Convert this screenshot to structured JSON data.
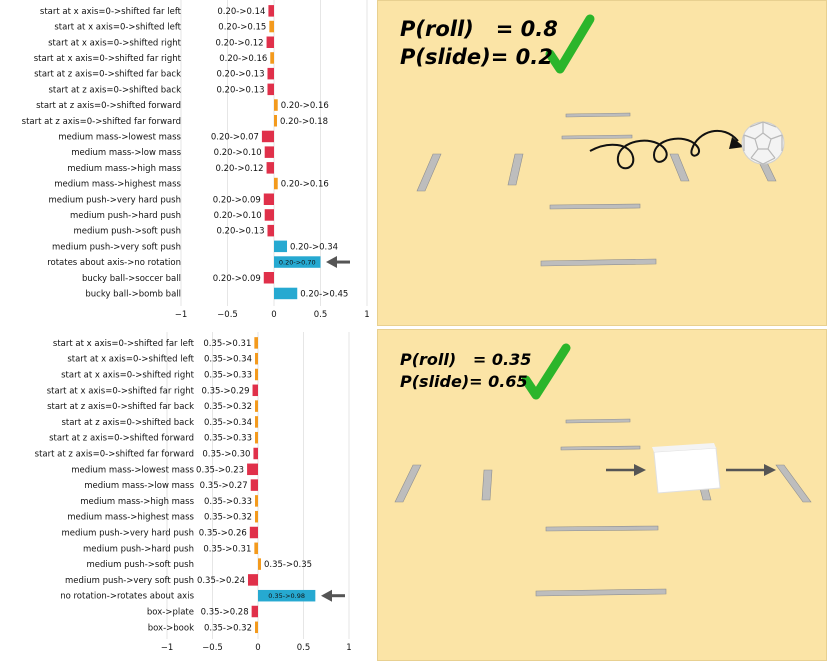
{
  "chart_data": [
    {
      "type": "bar",
      "orientation": "horizontal",
      "xlim": [
        -1,
        1
      ],
      "xticks": [
        "−1",
        "−0.5",
        "0",
        "0.5",
        "1"
      ],
      "categories": [
        "start at x axis=0->shifted far left",
        "start at x axis=0->shifted left",
        "start at x axis=0->shifted right",
        "start at x axis=0->shifted far right",
        "start at z axis=0->shifted far back",
        "start at z axis=0->shifted back",
        "start at z axis=0->shifted forward",
        "start at z axis=0->shifted far forward",
        "medium mass->lowest mass",
        "medium mass->low mass",
        "medium mass->high mass",
        "medium mass->highest mass",
        "medium push->very hard push",
        "medium push->hard push",
        "medium push->soft push",
        "medium push->very soft push",
        "rotates about axis->no rotation",
        "bucky ball->soccer ball",
        "bucky ball->bomb ball"
      ],
      "values": [
        -0.06,
        -0.05,
        -0.08,
        -0.04,
        -0.07,
        -0.07,
        0.04,
        0.02,
        -0.13,
        -0.1,
        -0.08,
        0.04,
        -0.11,
        -0.1,
        -0.07,
        0.14,
        0.5,
        -0.11,
        0.25
      ],
      "labels": [
        "0.20->0.14",
        "0.20->0.15",
        "0.20->0.12",
        "0.20->0.16",
        "0.20->0.13",
        "0.20->0.13",
        "0.20->0.16",
        "0.20->0.18",
        "0.20->0.07",
        "0.20->0.10",
        "0.20->0.12",
        "0.20->0.16",
        "0.20->0.09",
        "0.20->0.10",
        "0.20->0.13",
        "0.20->0.34",
        "0.20->0.70",
        "0.20->0.09",
        "0.20->0.45"
      ],
      "colors": [
        "#e0304a",
        "#f39a1d",
        "#e0304a",
        "#f39a1d",
        "#e0304a",
        "#e0304a",
        "#f39a1d",
        "#f39a1d",
        "#e0304a",
        "#e0304a",
        "#e0304a",
        "#f39a1d",
        "#e0304a",
        "#e0304a",
        "#e0304a",
        "#26a9d1",
        "#26a9d1",
        "#e0304a",
        "#26a9d1"
      ],
      "highlight_index": 16
    },
    {
      "type": "bar",
      "orientation": "horizontal",
      "xlim": [
        -1,
        1
      ],
      "xticks": [
        "−1",
        "−0.5",
        "0",
        "0.5",
        "1"
      ],
      "categories": [
        "start at x axis=0->shifted far left",
        "start at x axis=0->shifted left",
        "start at x axis=0->shifted right",
        "start at x axis=0->shifted far right",
        "start at z axis=0->shifted far back",
        "start at z axis=0->shifted back",
        "start at z axis=0->shifted forward",
        "start at z axis=0->shifted far forward",
        "medium mass->lowest mass",
        "medium mass->low mass",
        "medium mass->high mass",
        "medium mass->highest mass",
        "medium push->very hard push",
        "medium push->hard push",
        "medium push->soft push",
        "medium push->very soft push",
        "no rotation->rotates about axis",
        "box->plate",
        "box->book"
      ],
      "values": [
        -0.04,
        -0.01,
        -0.02,
        -0.06,
        -0.03,
        -0.01,
        -0.02,
        -0.05,
        -0.12,
        -0.08,
        -0.02,
        -0.03,
        -0.09,
        -0.04,
        0,
        -0.11,
        0.63,
        -0.07,
        -0.03
      ],
      "labels": [
        "0.35->0.31",
        "0.35->0.34",
        "0.35->0.33",
        "0.35->0.29",
        "0.35->0.32",
        "0.35->0.34",
        "0.35->0.33",
        "0.35->0.30",
        "0.35->0.23",
        "0.35->0.27",
        "0.35->0.33",
        "0.35->0.32",
        "0.35->0.26",
        "0.35->0.31",
        "0.35->0.35",
        "0.35->0.24",
        "0.35->0.98",
        "0.35->0.28",
        "0.35->0.32"
      ],
      "colors": [
        "#f39a1d",
        "#f39a1d",
        "#f39a1d",
        "#e0304a",
        "#f39a1d",
        "#f39a1d",
        "#f39a1d",
        "#e0304a",
        "#e0304a",
        "#e0304a",
        "#f39a1d",
        "#f39a1d",
        "#e0304a",
        "#f39a1d",
        "#f39a1d",
        "#e0304a",
        "#26a9d1",
        "#e0304a",
        "#f39a1d"
      ],
      "highlight_index": 16
    }
  ],
  "scenes": [
    {
      "line1": "P(roll)   = 0.8",
      "line2": "P(slide)= 0.2",
      "object": "bucky-ball",
      "check_color": "#2bb52b"
    },
    {
      "line1": "P(roll)   = 0.35",
      "line2": "P(slide)= 0.65",
      "object": "box",
      "check_color": "#2bb52b"
    }
  ]
}
